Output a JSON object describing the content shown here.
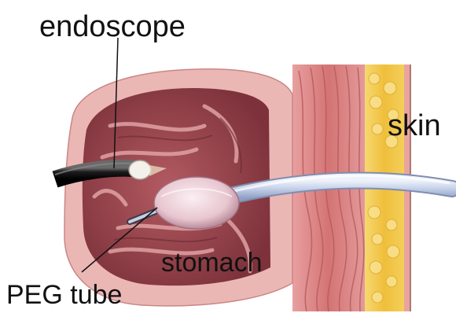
{
  "labels": {
    "endoscope": "endoscope",
    "skin": "skin",
    "stomach": "stomach",
    "peg_tube": "PEG tube"
  },
  "colors": {
    "stomach_outer": "#e9b3b1",
    "stomach_inner": "#8e3f48",
    "muscle": "#d97c7c",
    "fat": "#f2c64a",
    "tube": "#c9d4ea",
    "endoscope": "#1a1a1a"
  }
}
